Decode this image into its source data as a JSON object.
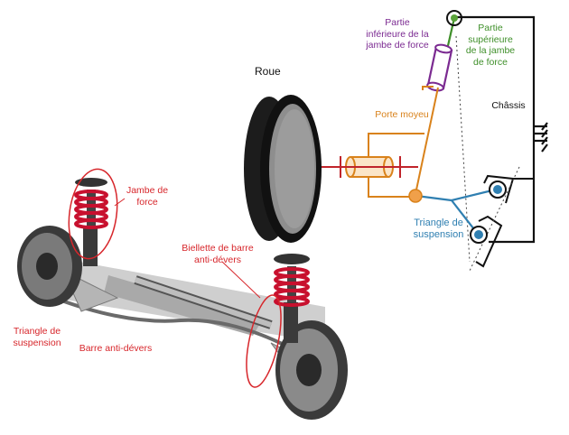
{
  "labels": {
    "roue": "Roue",
    "jambe_inf": "Partie\ninférieure de la\njambe de force",
    "jambe_sup": "Partie\nsupérieure\nde la jambe\nde force",
    "porte_moyeu": "Porte moyeu",
    "chassis": "Châssis",
    "triangle_right": "Triangle de\nsuspension",
    "jambe_force": "Jambe de\nforce",
    "biellette": "Biellette de barre\nanti-dévers",
    "triangle_left": "Triangle de\nsuspension",
    "barre": "Barre anti-dévers"
  },
  "colors": {
    "red": "#d7262b",
    "purple": "#7b2a91",
    "green": "#3f8f2a",
    "orange": "#d9821b",
    "blue": "#2f7fb1",
    "black": "#111111"
  }
}
